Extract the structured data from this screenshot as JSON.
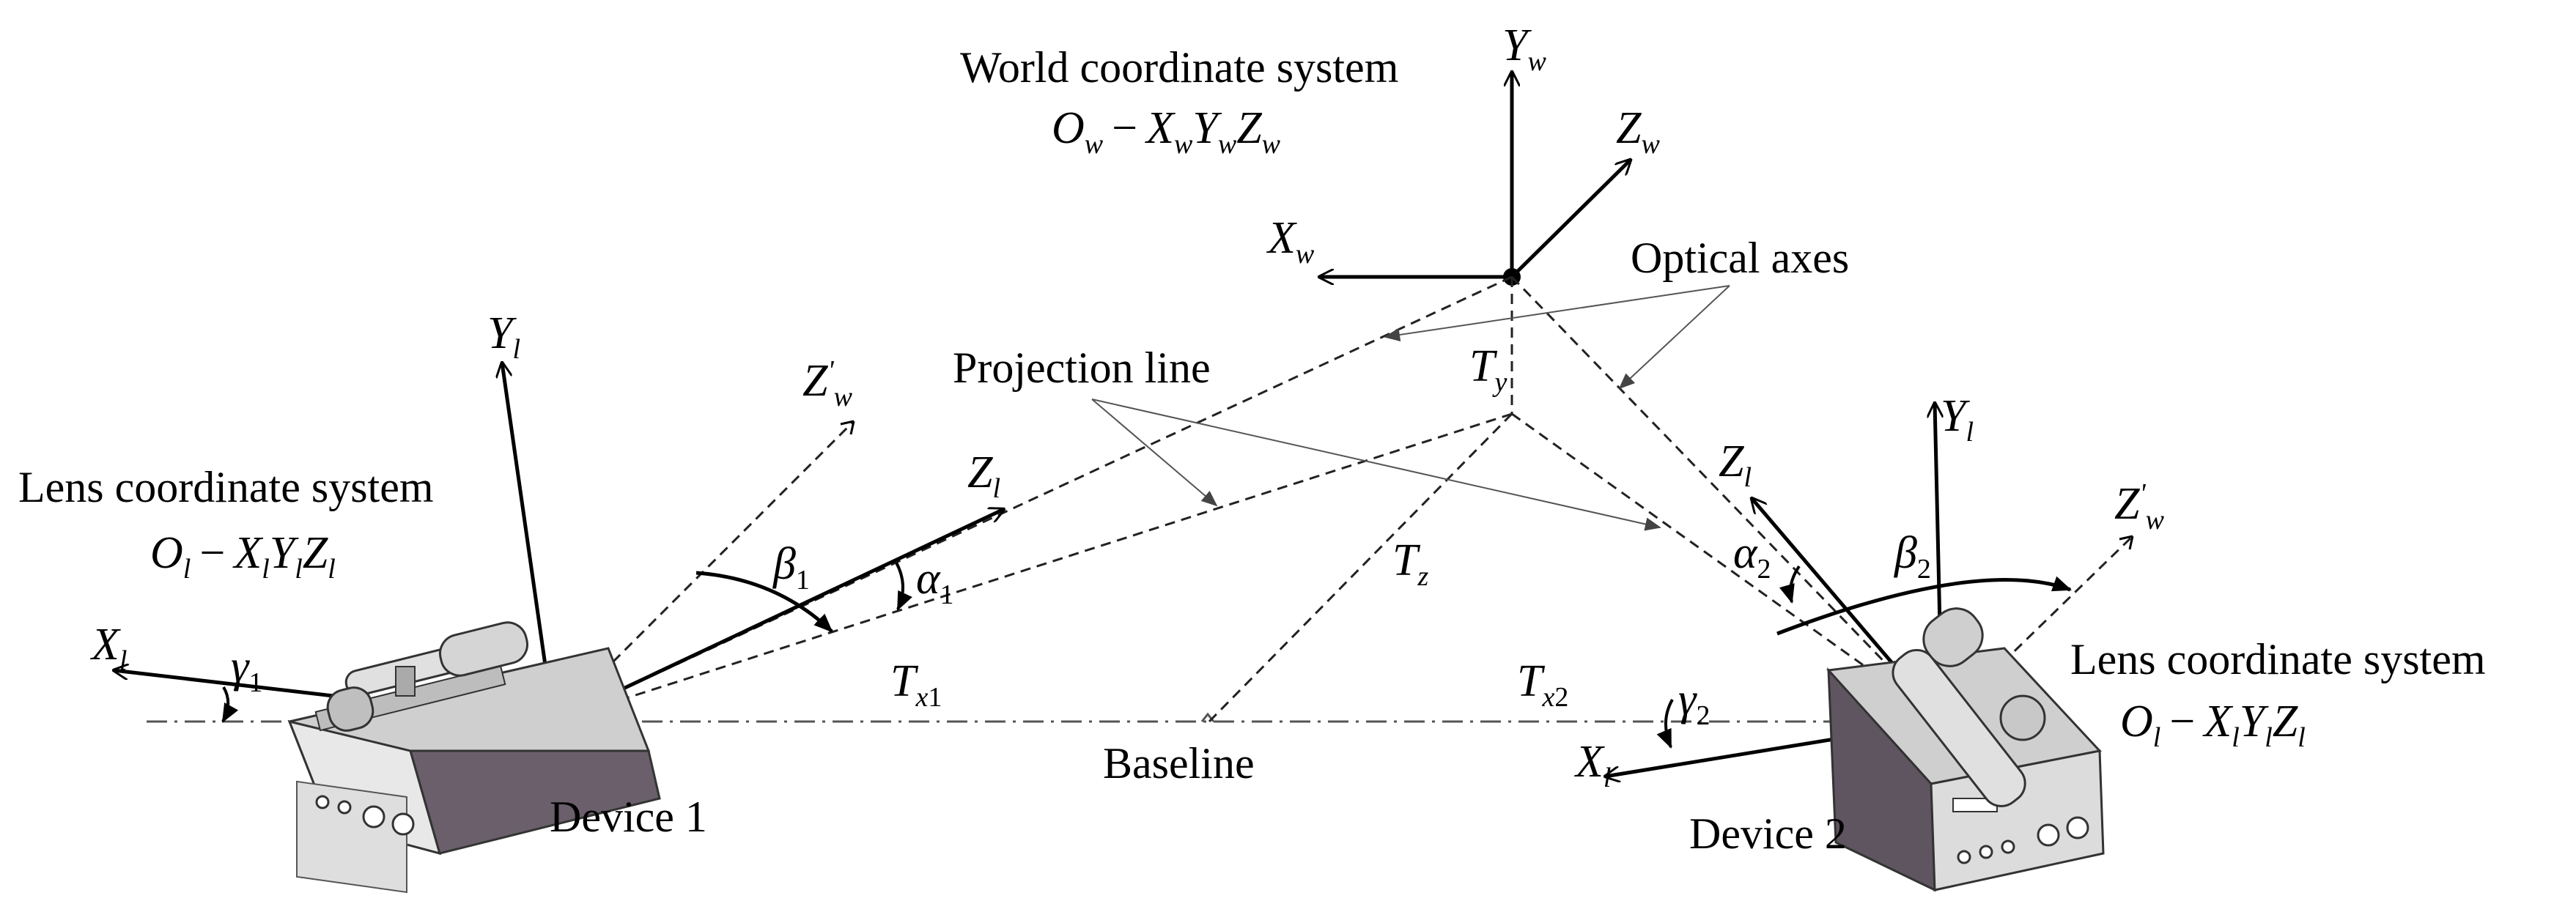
{
  "titles": {
    "world_system": "World coordinate system",
    "lens_system_left": "Lens coordinate system",
    "lens_system_right": "Lens coordinate system"
  },
  "labels": {
    "optical_axes": "Optical axes",
    "projection_line": "Projection line",
    "baseline": "Baseline",
    "device1": "Device 1",
    "device2": "Device 2"
  },
  "symbols": {
    "O": "O",
    "X": "X",
    "Y": "Y",
    "Z": "Z",
    "T": "T",
    "minus": "−",
    "prime": "'",
    "w": "w",
    "l": "l",
    "x": "x",
    "y": "y",
    "z": "z",
    "one": "1",
    "two": "2",
    "alpha": "α",
    "beta": "β",
    "gamma": "γ"
  }
}
